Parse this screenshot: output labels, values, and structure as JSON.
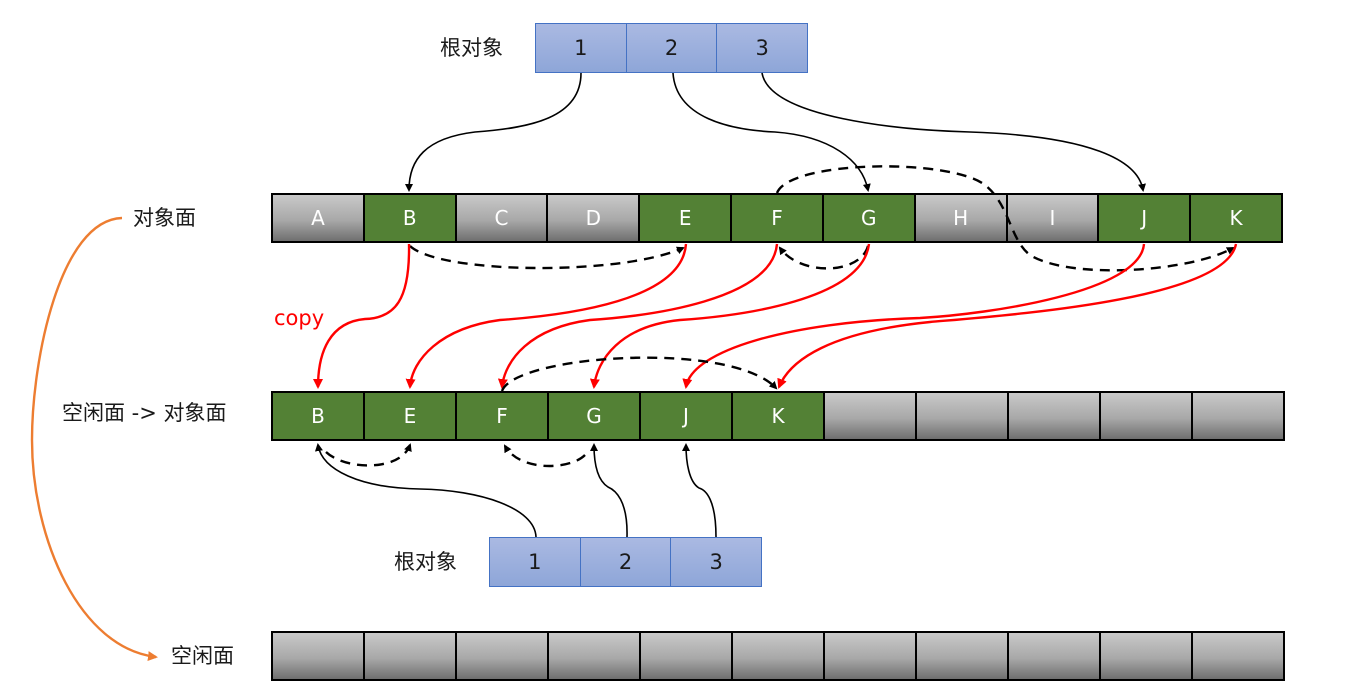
{
  "top_root": {
    "label": "根对象",
    "cells": [
      "1",
      "2",
      "3"
    ]
  },
  "bottom_root": {
    "label": "根对象",
    "cells": [
      "1",
      "2",
      "3"
    ]
  },
  "rows": [
    {
      "id": "object-space",
      "label": "对象面",
      "cells": [
        {
          "text": "A",
          "live": false
        },
        {
          "text": "B",
          "live": true
        },
        {
          "text": "C",
          "live": false
        },
        {
          "text": "D",
          "live": false
        },
        {
          "text": "E",
          "live": true
        },
        {
          "text": "F",
          "live": true
        },
        {
          "text": "G",
          "live": true
        },
        {
          "text": "H",
          "live": false
        },
        {
          "text": "I",
          "live": false
        },
        {
          "text": "J",
          "live": true
        },
        {
          "text": "K",
          "live": true
        }
      ]
    },
    {
      "id": "free-to-object-space",
      "label": "空闲面 -> 对象面",
      "cells": [
        {
          "text": "B",
          "live": true
        },
        {
          "text": "E",
          "live": true
        },
        {
          "text": "F",
          "live": true
        },
        {
          "text": "G",
          "live": true
        },
        {
          "text": "J",
          "live": true
        },
        {
          "text": "K",
          "live": true
        },
        {
          "text": "",
          "live": false
        },
        {
          "text": "",
          "live": false
        },
        {
          "text": "",
          "live": false
        },
        {
          "text": "",
          "live": false
        },
        {
          "text": "",
          "live": false
        }
      ]
    },
    {
      "id": "free-space",
      "label": "空闲面",
      "cells": [
        {
          "text": "",
          "live": false
        },
        {
          "text": "",
          "live": false
        },
        {
          "text": "",
          "live": false
        },
        {
          "text": "",
          "live": false
        },
        {
          "text": "",
          "live": false
        },
        {
          "text": "",
          "live": false
        },
        {
          "text": "",
          "live": false
        },
        {
          "text": "",
          "live": false
        },
        {
          "text": "",
          "live": false
        },
        {
          "text": "",
          "live": false
        },
        {
          "text": "",
          "live": false
        }
      ]
    }
  ],
  "copy_label": "copy",
  "colors": {
    "live": "#538135",
    "root_border": "#4472c4",
    "copy_arrow": "#ff0000",
    "swap_arrow": "#ed7d31",
    "reference": "#000000"
  }
}
